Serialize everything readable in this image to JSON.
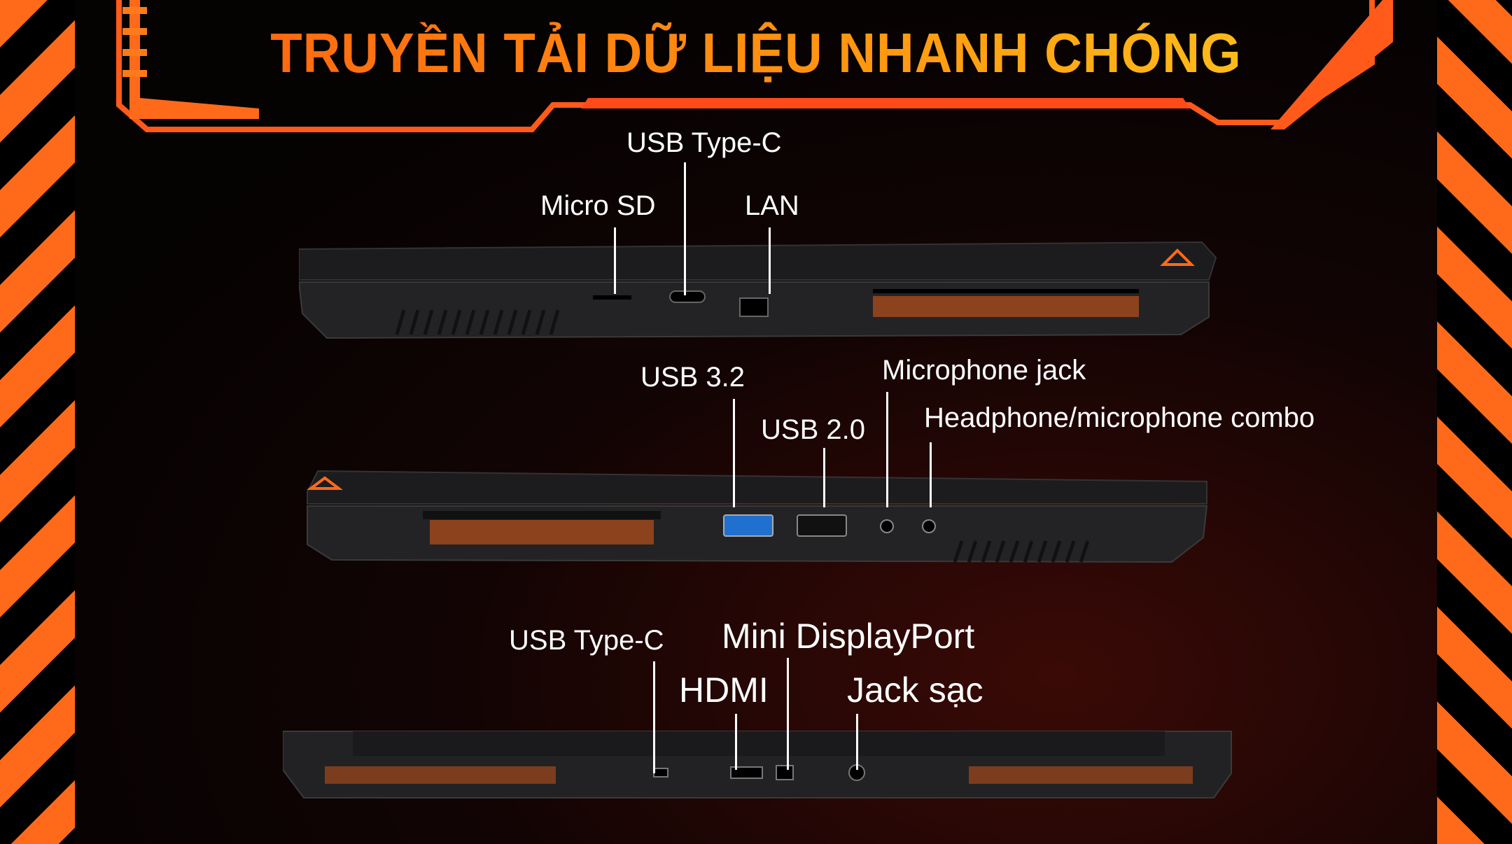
{
  "title": "TRUYỀN TẢI DỮ LIỆU NHANH CHÓNG",
  "top_view": {
    "labels": [
      "USB Type-C",
      "Micro SD",
      "LAN"
    ]
  },
  "middle_view": {
    "labels": [
      "USB 3.2",
      "USB 2.0",
      "Microphone jack",
      "Headphone/microphone combo"
    ]
  },
  "bottom_view": {
    "labels": [
      "USB Type-C",
      "Mini DisplayPort",
      "HDMI",
      "Jack sạc"
    ]
  },
  "colors": {
    "accent": "#ff6a1a",
    "title_end": "#ffd020",
    "background": "#050202"
  }
}
